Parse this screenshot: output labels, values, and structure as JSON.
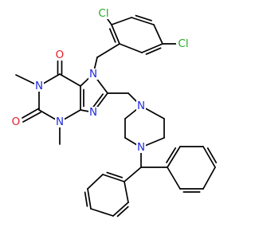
{
  "colors": {
    "oxygen": "#e8202a",
    "nitrogen": "#1f2be0",
    "chlorine": "#27a827",
    "carbon": "#000000",
    "background": "#ffffff"
  },
  "atom_labels": {
    "o_top": "O",
    "o_left": "O",
    "n1": "N",
    "n3": "N",
    "n7": "N",
    "n9": "N",
    "n_pip_top": "N",
    "n_pip_bottom": "N",
    "cl_top": "Cl",
    "cl_right": "Cl"
  }
}
